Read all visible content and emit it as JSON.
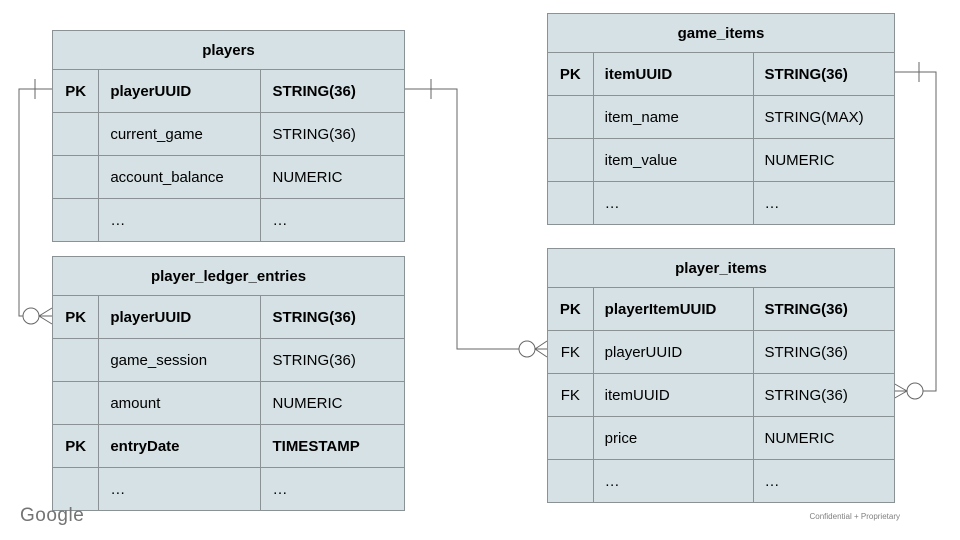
{
  "diagram": {
    "tables": {
      "players": {
        "title": "players",
        "rows": [
          {
            "key": "PK",
            "name": "playerUUID",
            "type": "STRING(36)"
          },
          {
            "key": "",
            "name": "current_game",
            "type": "STRING(36)"
          },
          {
            "key": "",
            "name": "account_balance",
            "type": "NUMERIC"
          },
          {
            "key": "",
            "name": "…",
            "type": "…"
          }
        ]
      },
      "game_items": {
        "title": "game_items",
        "rows": [
          {
            "key": "PK",
            "name": "itemUUID",
            "type": "STRING(36)"
          },
          {
            "key": "",
            "name": "item_name",
            "type": "STRING(MAX)"
          },
          {
            "key": "",
            "name": "item_value",
            "type": "NUMERIC"
          },
          {
            "key": "",
            "name": "…",
            "type": "…"
          }
        ]
      },
      "player_ledger_entries": {
        "title": "player_ledger_entries",
        "rows": [
          {
            "key": "PK",
            "name": "playerUUID",
            "type": "STRING(36)"
          },
          {
            "key": "",
            "name": "game_session",
            "type": "STRING(36)"
          },
          {
            "key": "",
            "name": "amount",
            "type": "NUMERIC"
          },
          {
            "key": "PK",
            "name": "entryDate",
            "type": "TIMESTAMP"
          },
          {
            "key": "",
            "name": "…",
            "type": "…"
          }
        ]
      },
      "player_items": {
        "title": "player_items",
        "rows": [
          {
            "key": "PK",
            "name": "playerItemUUID",
            "type": "STRING(36)"
          },
          {
            "key": "FK",
            "name": "playerUUID",
            "type": "STRING(36)"
          },
          {
            "key": "FK",
            "name": "itemUUID",
            "type": "STRING(36)"
          },
          {
            "key": "",
            "name": "price",
            "type": "NUMERIC"
          },
          {
            "key": "",
            "name": "…",
            "type": "…"
          }
        ]
      }
    },
    "relationships": [
      {
        "from": "players.playerUUID",
        "to": "player_ledger_entries.playerUUID",
        "cardinality": "one-to-zero-or-many"
      },
      {
        "from": "players.playerUUID",
        "to": "player_items.playerUUID",
        "cardinality": "one-to-zero-or-many"
      },
      {
        "from": "game_items.itemUUID",
        "to": "player_items.itemUUID",
        "cardinality": "one-to-zero-or-many"
      }
    ]
  },
  "footer": {
    "brand": "Google",
    "note": "Confidential + Proprietary"
  },
  "colors": {
    "table_fill": "#d5e1e4",
    "table_border": "#8a9296",
    "connector": "#666666",
    "text": "#000000",
    "footer_gray": "#747474"
  }
}
